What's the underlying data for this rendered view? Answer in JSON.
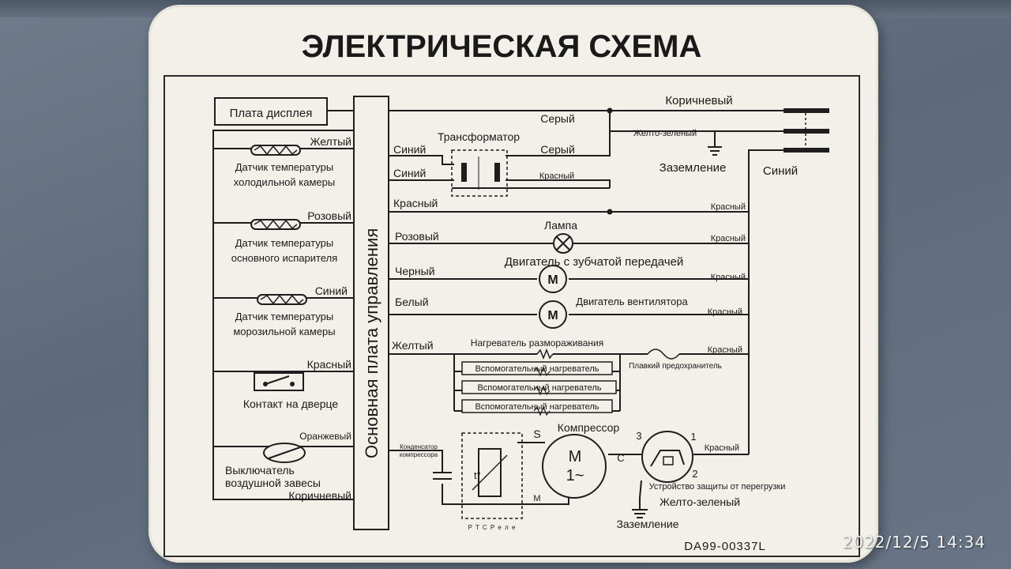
{
  "title": "ЭЛЕКТРИЧЕСКАЯ СХЕМА",
  "main_board": "Основная плата управления",
  "left_components": {
    "display_board": "Плата дисплея",
    "sensor1_wire": "Желтый",
    "sensor1_line1": "Датчик температуры",
    "sensor1_line2": "холодильной камеры",
    "sensor2_wire": "Розовый",
    "sensor2_line1": "Датчик температуры",
    "sensor2_line2": "основного испарителя",
    "sensor3_wire": "Синий",
    "sensor3_line1": "Датчик температуры",
    "sensor3_line2": "морозильной камеры",
    "door_wire": "Красный",
    "door_label": "Контакт на дверце",
    "switch_wire": "Оранжевый",
    "switch_line1": "Выключатель",
    "switch_line2": "воздушной завесы",
    "switch_wire2": "Коричневый"
  },
  "power": {
    "brown": "Коричневый",
    "gray_top": "Серый",
    "yellow_green": "Желто-зеленый",
    "ground": "Заземление",
    "blue_right": "Синий"
  },
  "transformer": {
    "label": "Трансформатор",
    "blue1": "Синий",
    "blue2": "Синий",
    "gray": "Серый",
    "red_sec": "Красный",
    "red_board": "Красный",
    "red_out": "Красный"
  },
  "loads": {
    "lamp_wire": "Розовый",
    "lamp_label": "Лампа",
    "lamp_red": "Красный",
    "gear_label": "Двигатель с зубчатой передачей",
    "gear_wire": "Черный",
    "gear_red": "Красный",
    "motor_symbol": "M",
    "fan_wire": "Белый",
    "fan_label": "Двигатель вентилятора",
    "fan_red": "Красный",
    "heater_wire": "Желтый",
    "defrost_heater": "Нагреватель размораживания",
    "aux1": "Вспомогательный нагреватель",
    "aux2": "Вспомогательный нагреватель",
    "aux3": "Вспомогательный нагреватель",
    "fuse_label": "Плавкий предохранитель",
    "fuse_red": "Красный"
  },
  "compressor": {
    "label": "Компрессор",
    "capacitor": "Конденсатор",
    "capacitor2": "компрессора",
    "symbol_m": "M",
    "symbol_phase": "1~",
    "pin_s": "S",
    "pin_c": "C",
    "pin_m": "M",
    "pin_3": "3",
    "pin_1": "1",
    "pin_2": "2",
    "red": "Красный",
    "ptc_temp": "t°",
    "ptc_label": "P T C Р е л е",
    "overload": "Устройство защиты от перегрузки",
    "yellow_green": "Желто-зеленый",
    "ground": "Заземление"
  },
  "part_number": "DA99-00337L",
  "timestamp": "2022/12/5 14:34"
}
